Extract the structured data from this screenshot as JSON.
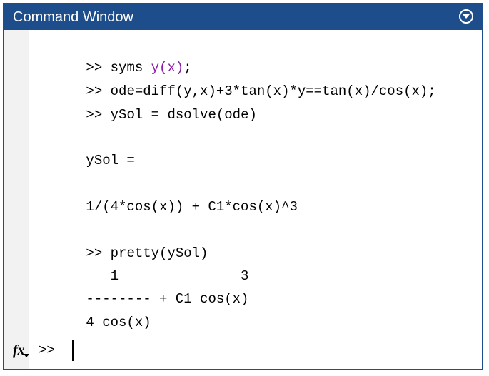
{
  "window": {
    "title": "Command Window"
  },
  "console": {
    "lines": [
      {
        "prompt": ">> ",
        "parts": [
          {
            "text": "syms "
          },
          {
            "text": "y(x)",
            "color": "#8a1aa8"
          },
          {
            "text": ";"
          }
        ]
      },
      {
        "prompt": ">> ",
        "parts": [
          {
            "text": "ode=diff(y,x)+3*tan(x)*y==tan(x)/cos(x);"
          }
        ]
      },
      {
        "prompt": ">> ",
        "parts": [
          {
            "text": "ySol = dsolve(ode)"
          }
        ]
      },
      {
        "prompt": "",
        "parts": [
          {
            "text": "ySol ="
          }
        ]
      },
      {
        "prompt": "",
        "parts": [
          {
            "text": "1/(4*cos(x)) + C1*cos(x)^3"
          }
        ]
      },
      {
        "prompt": ">> ",
        "parts": [
          {
            "text": "pretty(ySol)"
          }
        ]
      },
      {
        "prompt": "",
        "parts": [
          {
            "text": "   1               3"
          }
        ]
      },
      {
        "prompt": "",
        "parts": [
          {
            "text": "-------- + C1 cos(x)"
          }
        ]
      },
      {
        "prompt": "",
        "parts": [
          {
            "text": "4 cos(x)"
          }
        ]
      }
    ],
    "current_prompt": ">>"
  },
  "icons": {
    "fx": "fx",
    "menu": "chevron-down-circle-icon"
  },
  "colors": {
    "titlebar": "#1e4d8c",
    "symbol": "#8a1aa8"
  }
}
